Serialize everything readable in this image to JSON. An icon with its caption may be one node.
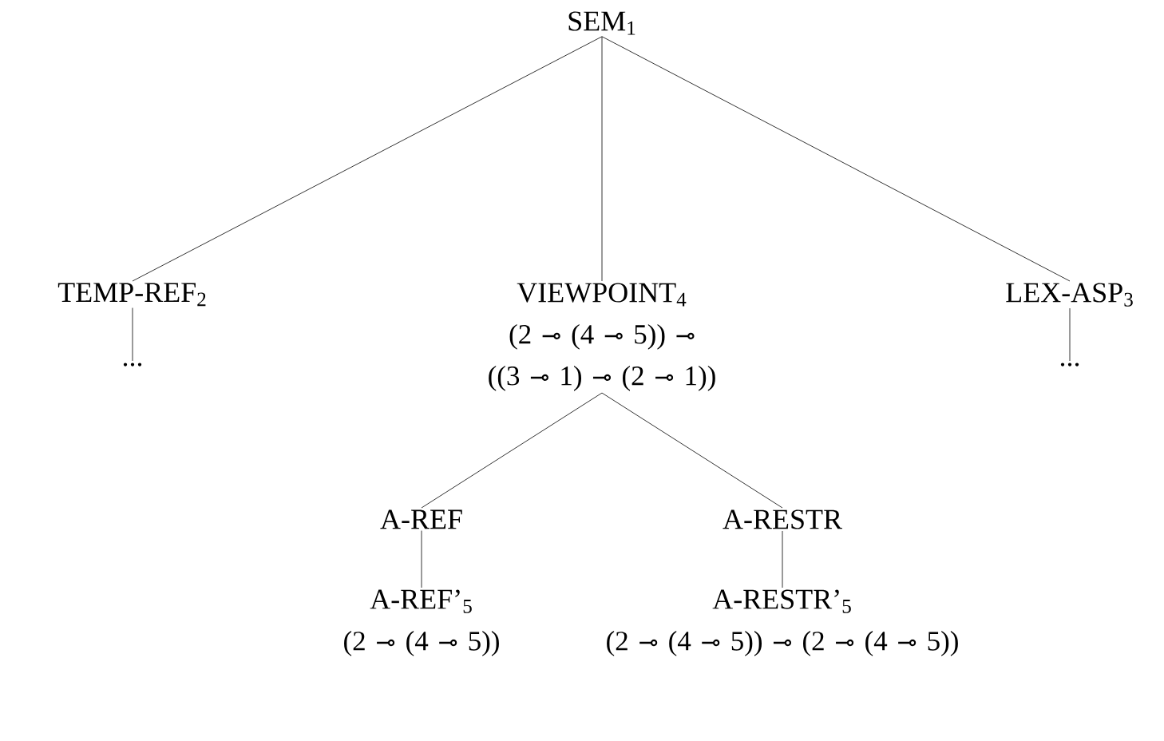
{
  "diagram": {
    "nodes": [
      {
        "text": [
          "SEM$_{1}$"
        ]
      },
      {
        "text": [
          "TEMP-REF$_{2}$"
        ]
      },
      {
        "text": [
          "..."
        ]
      },
      {
        "text": [
          "VIEWPOINT$_{4}$",
          "(2 ⊸ (4 ⊸ 5)) ⊸ ((3 ⊸ 1) ⊸ (2 ⊸ 1))"
        ]
      },
      {
        "text": [
          "LEX-ASP$_{3}$"
        ]
      },
      {
        "text": [
          "..."
        ]
      },
      {
        "text": [
          "A-REF"
        ]
      },
      {
        "text": [
          "A-REF’$_{5}$",
          "(2 ⊸ (4 ⊸ 5))"
        ]
      },
      {
        "text": [
          "A-RESTR"
        ]
      },
      {
        "text": [
          "A-RESTR’$_{5}$",
          "(2 ⊸ (4 ⊸ 5)) ⊸ (2 ⊸ (4 ⊸ 5))"
        ]
      }
    ],
    "edges": [
      {
        "from": 0,
        "to": 1,
        "arrow": "none"
      },
      {
        "from": 0,
        "to": 3,
        "arrow": "none"
      },
      {
        "from": 0,
        "to": 4,
        "arrow": "none"
      },
      {
        "from": 1,
        "to": 2,
        "arrow": "none"
      },
      {
        "from": 4,
        "to": 5,
        "arrow": "none"
      },
      {
        "from": 3,
        "to": 6,
        "arrow": "none"
      },
      {
        "from": 3,
        "to": 8,
        "arrow": "none"
      },
      {
        "from": 6,
        "to": 7,
        "arrow": "none"
      },
      {
        "from": 8,
        "to": 9,
        "arrow": "none"
      }
    ]
  }
}
